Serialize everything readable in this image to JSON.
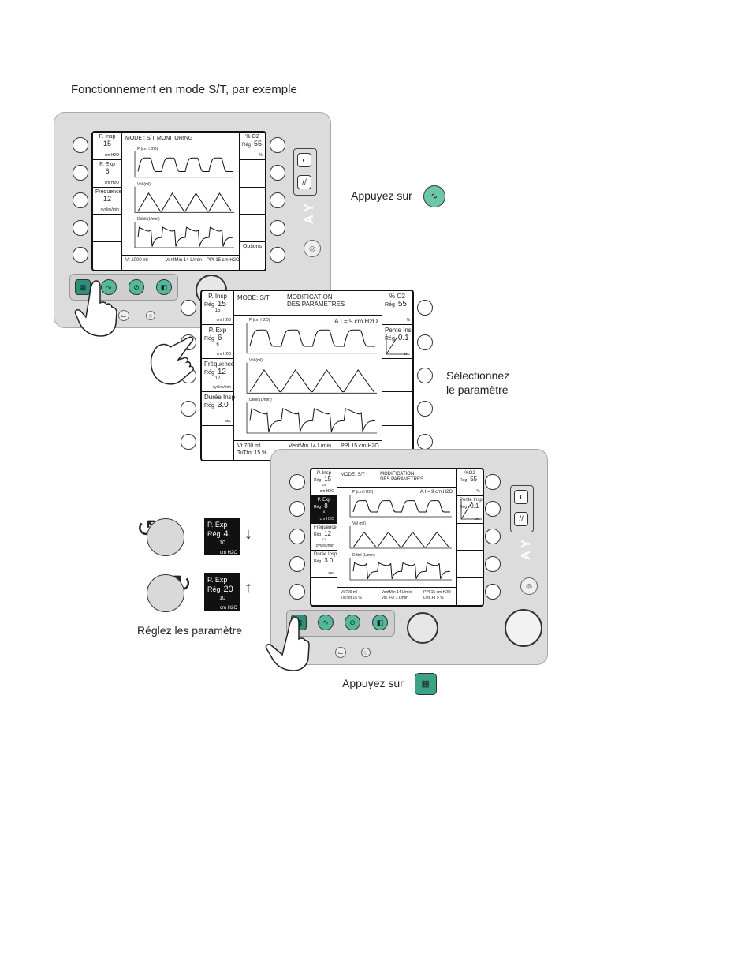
{
  "texts": {
    "heading": "Fonctionnement en mode S/T, par exemple",
    "press_on_1": "Appuyez sur",
    "select_line1": "Sélectionnez",
    "select_line2": "le paramètre",
    "adjust": "Réglez les paramètre",
    "press_on_2": "Appuyez sur"
  },
  "icons": [
    "waveform-key-icon",
    "parameters-key-icon",
    "hand-pointer-icon",
    "rotate-ccw-icon",
    "rotate-cw-icon",
    "arrow-down-icon",
    "arrow-up-icon"
  ],
  "colors": {
    "key_green": "#55b89a",
    "key_dark": "#2e8f76",
    "device_gray": "#dcdcdc"
  },
  "screen1": {
    "left": [
      {
        "title": "P. Insp",
        "value": "15",
        "unit": "cm H2O"
      },
      {
        "title": "P. Exp",
        "value": "6",
        "unit": "cm H2O"
      },
      {
        "title": "Fréquence",
        "value": "12",
        "unit": "cycles/min"
      },
      {
        "title": ""
      },
      {
        "title": ""
      }
    ],
    "mode": "MODE : S/T",
    "submode": "MONITORING",
    "right": [
      {
        "title": "% O2",
        "prefix": "Rég",
        "value": "55",
        "unit": "%"
      },
      {
        "title": ""
      },
      {
        "title": ""
      },
      {
        "title": ""
      },
      {
        "title": "Options"
      }
    ],
    "wave_labels": [
      "P (cm H2O)",
      "Vol (ml)",
      "Débit (L/min)"
    ],
    "footer": [
      "Vt 1000 ml",
      "VentMin 14 L/min",
      "PPI 15 cm H2O"
    ]
  },
  "screen2": {
    "left": [
      {
        "title": "P. Insp",
        "prefix": "Rég",
        "value": "15",
        "sub": "15",
        "unit": "cm H2O"
      },
      {
        "title": "P. Exp",
        "prefix": "Rég",
        "value": "6",
        "sub": "6",
        "unit": "cm H2O"
      },
      {
        "title": "Fréquence",
        "prefix": "Rég",
        "value": "12",
        "sub": "12",
        "unit": "cycles/min"
      },
      {
        "title": "Durée Insp",
        "prefix": "Rég",
        "value": "3.0",
        "unit": "sec"
      },
      {
        "title": ""
      }
    ],
    "mode": "MODE: S/T",
    "submode_line1": "MODIFICATION",
    "submode_line2": "DES PARAMETRES",
    "ai": "A.I = 9 cm H2O",
    "right": [
      {
        "title": "% O2",
        "prefix": "Rég",
        "value": "55",
        "unit": "%"
      },
      {
        "title": "Pente Insp.",
        "prefix": "Rég",
        "value": "0.1",
        "unit": "sec"
      },
      {
        "title": ""
      },
      {
        "title": ""
      },
      {
        "title": ""
      }
    ],
    "wave_labels": [
      "P (cm H2O)",
      "Vol (ml)",
      "Débit (L/min)"
    ],
    "footer": [
      "Vt 700 ml",
      "VentMin 14 L/min",
      "PPI 15 cm H2O"
    ],
    "footer2": [
      "Ti/Ttot 15 %"
    ]
  },
  "screen3": {
    "left": [
      {
        "title": "P. Insp",
        "prefix": "Rég",
        "value": "15",
        "sub": "15",
        "unit": "cm H2O"
      },
      {
        "title": "P. Exp",
        "prefix": "Rég",
        "value": "8",
        "sub": "8",
        "unit": "cm H2O"
      },
      {
        "title": "Fréquence",
        "prefix": "Rég",
        "value": "12",
        "sub": "12",
        "unit": "cycles/min"
      },
      {
        "title": "Durée Insp",
        "prefix": "Rég",
        "value": "3.0",
        "unit": "sec"
      },
      {
        "title": ""
      }
    ],
    "mode": "MODE: S/T",
    "submode_line1": "MODIFICATION",
    "submode_line2": "DES PARAMETRES",
    "ai": "A.I = 9 cm H2O",
    "right": [
      {
        "title": "%O2",
        "prefix": "Rég",
        "value": "55",
        "unit": "%"
      },
      {
        "title": "Pente Insp.",
        "prefix": "Rég",
        "value": "0.1",
        "unit": "sec"
      },
      {
        "title": ""
      },
      {
        "title": ""
      },
      {
        "title": ""
      }
    ],
    "wave_labels": [
      "P (cm H2O)",
      "Vol (ml)",
      "Débit (L/min)"
    ],
    "footer": [
      "Vt 700 ml",
      "VentMin 14 L/min",
      "PPI 15 cm H2O"
    ],
    "footer2": [
      "Ti/Ttot 15 %",
      "Vol. Fui 1 L/min",
      "Déb.PI 5 %"
    ]
  },
  "adjust_boxes": [
    {
      "title": "P. Exp",
      "prefix": "Rég",
      "value": "4",
      "sub": "10",
      "unit": "cm H2O"
    },
    {
      "title": "P. Exp",
      "prefix": "Rég",
      "value": "20",
      "sub": "10",
      "unit": "cm H2O"
    }
  ]
}
